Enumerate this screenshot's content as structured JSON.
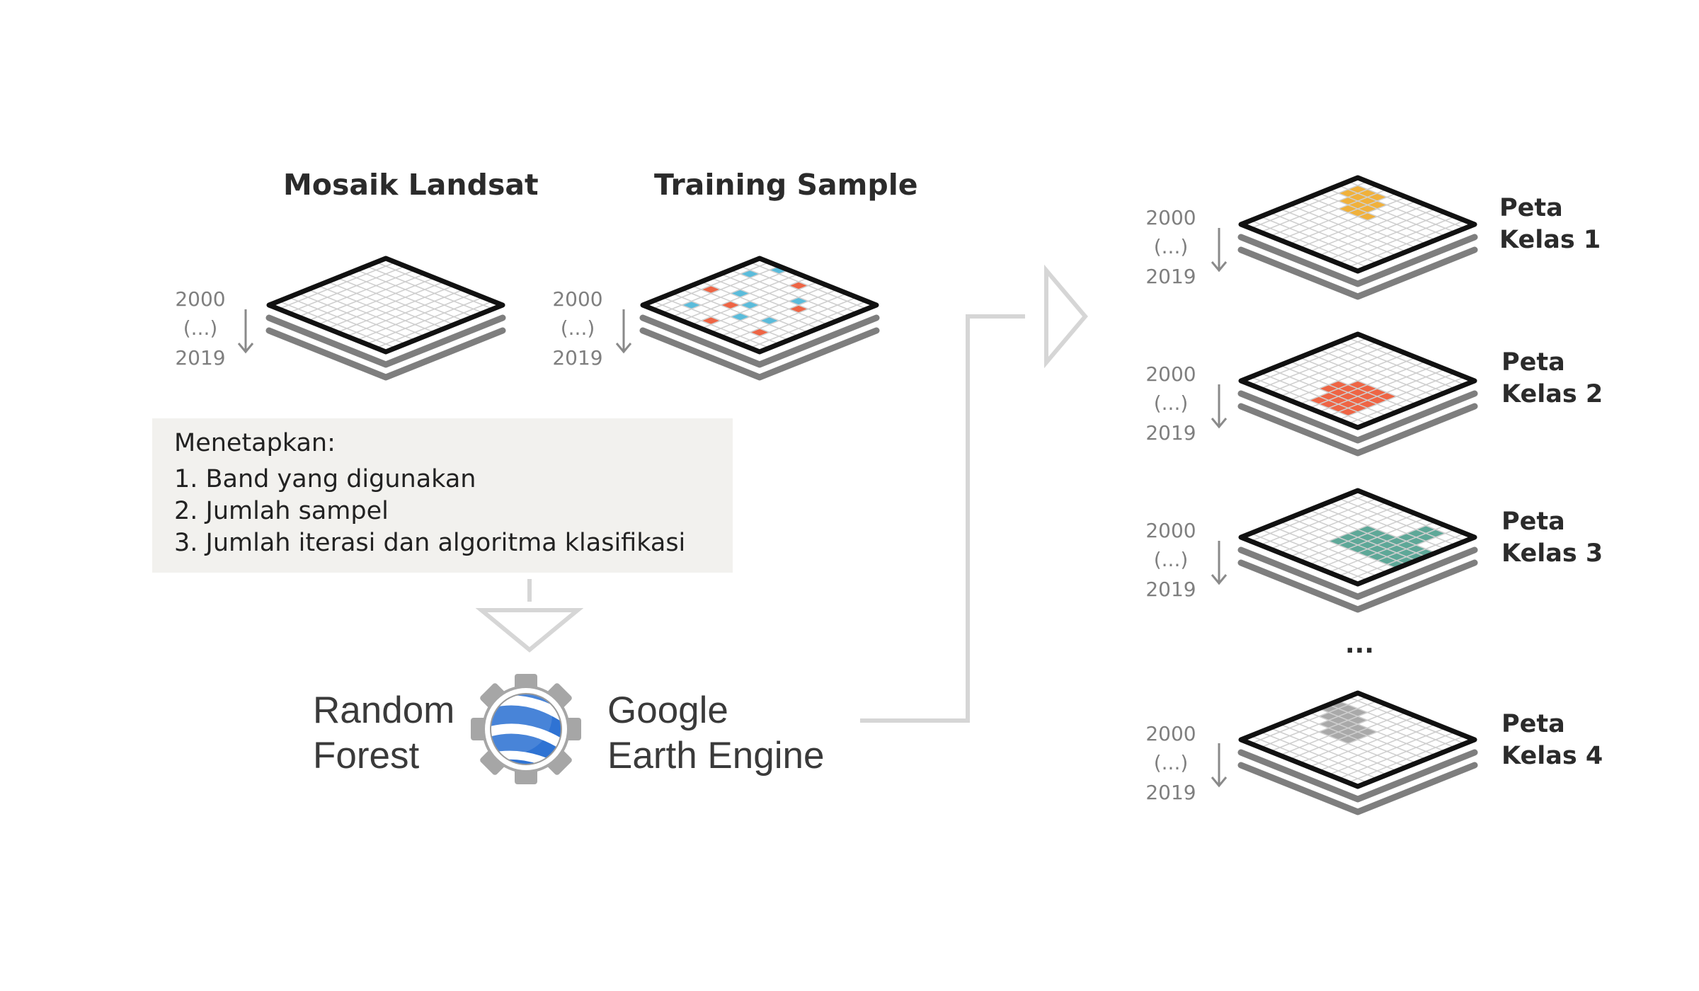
{
  "titles": {
    "landsat": "Mosaik Landsat",
    "training": "Training Sample"
  },
  "years": {
    "start": "2000",
    "middle": "(...)",
    "end": "2019"
  },
  "steps": {
    "heading": "Menetapkan:",
    "items": [
      "1. Band yang digunakan",
      "2. Jumlah sampel",
      "3. Jumlah iterasi dan algoritma klasifikasi"
    ]
  },
  "engine": {
    "left_line1": "Random",
    "left_line2": "Forest",
    "right_line1": "Google",
    "right_line2": "Earth Engine",
    "logo_icon": "google-earth-engine-gear-globe-icon"
  },
  "maps": [
    {
      "line1": "Peta",
      "line2": "Kelas 1",
      "color": "#f0b13c"
    },
    {
      "line1": "Peta",
      "line2": "Kelas 2",
      "color": "#ee6545"
    },
    {
      "line1": "Peta",
      "line2": "Kelas 3",
      "color": "#5ea898"
    },
    {
      "line1": "Peta",
      "line2": "Kelas 4",
      "color": "#a9a9a9"
    }
  ],
  "ellipsis": "...",
  "colors": {
    "sample_blue": "#5bbcdb",
    "sample_red": "#ee6545",
    "grid_line": "#cfcfcf",
    "stack_edge": "#7e7e7e",
    "connector": "#d6d6d6",
    "panel_bg": "#f2f1ee"
  }
}
